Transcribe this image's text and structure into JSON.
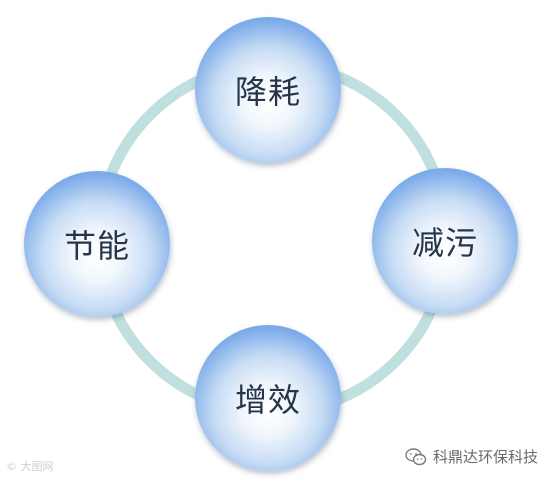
{
  "diagram": {
    "nodes": [
      {
        "id": "top",
        "label": "降耗"
      },
      {
        "id": "right",
        "label": "减污"
      },
      {
        "id": "bottom",
        "label": "增效"
      },
      {
        "id": "left",
        "label": "节能"
      }
    ],
    "ring_color": "#bfe0df",
    "node_color": "#5b8fdf"
  },
  "watermarks": {
    "left_text": "© 大图网",
    "right_text": "科鼎达环保科技",
    "right_icon": "wechat-icon"
  }
}
